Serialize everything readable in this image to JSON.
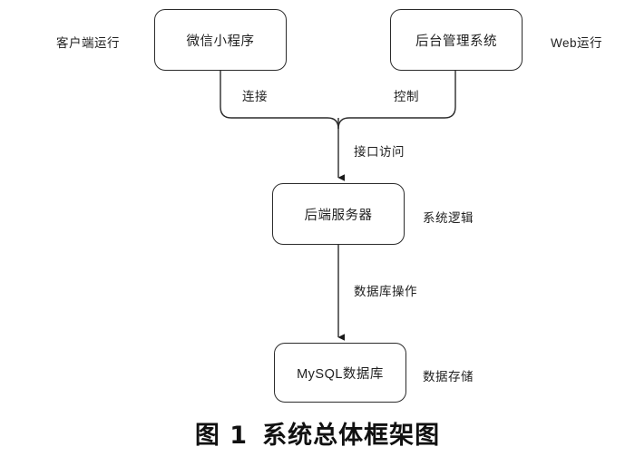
{
  "figure": {
    "caption_index": "图 1",
    "caption_title": "系统总体框架图"
  },
  "nodes": [
    {
      "id": "miniprogram",
      "label": "微信小程序"
    },
    {
      "id": "admin",
      "label": "后台管理系统"
    },
    {
      "id": "backend",
      "label": "后端服务器"
    },
    {
      "id": "database",
      "label": "MySQL数据库"
    }
  ],
  "side_labels": [
    {
      "id": "client-runtime",
      "label": "客户端运行"
    },
    {
      "id": "web-runtime",
      "label": "Web运行"
    },
    {
      "id": "system-logic",
      "label": "系统逻辑"
    },
    {
      "id": "data-storage",
      "label": "数据存储"
    }
  ],
  "edges": [
    {
      "id": "connect",
      "label": "连接"
    },
    {
      "id": "control",
      "label": "控制"
    },
    {
      "id": "api-access",
      "label": "接口访问"
    },
    {
      "id": "db-operation",
      "label": "数据库操作"
    }
  ],
  "colors": {
    "stroke": "#2b2b2b",
    "background": "#ffffff",
    "text": "#1f1f1f"
  }
}
